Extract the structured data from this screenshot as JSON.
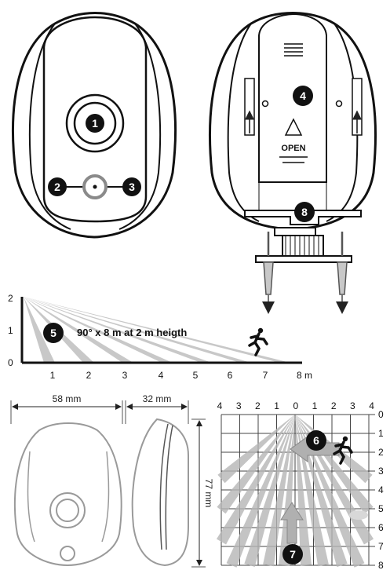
{
  "badges": {
    "b1": "1",
    "b2": "2",
    "b3": "3",
    "b4": "4",
    "b5": "5",
    "b6": "6",
    "b7": "7",
    "b8": "8"
  },
  "back_label": "OPEN",
  "side_chart": {
    "caption": "90° x 8 m at 2 m heigth",
    "y_ticks": [
      "0",
      "1",
      "2"
    ],
    "x_ticks": [
      "1",
      "2",
      "3",
      "4",
      "5",
      "6",
      "7"
    ],
    "x_last": "8 m"
  },
  "dimensions": {
    "width": "58 mm",
    "depth": "32 mm",
    "height": "77 mm"
  },
  "top_chart": {
    "x_ticks": [
      "4",
      "3",
      "2",
      "1",
      "0",
      "1",
      "2",
      "3",
      "4"
    ],
    "y_ticks": [
      "0",
      "1",
      "2",
      "3",
      "4",
      "5",
      "6",
      "7",
      "8"
    ]
  },
  "colors": {
    "badge": "#111111",
    "beam": "#b5b5b5",
    "arrow": "#9a9a9a"
  }
}
